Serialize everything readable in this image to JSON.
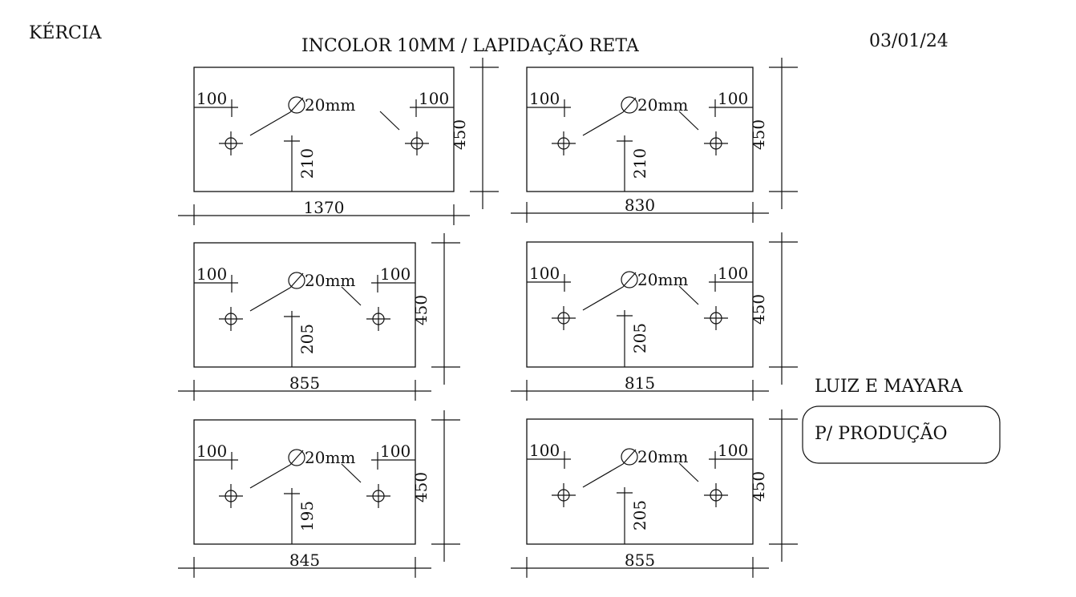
{
  "header": {
    "client": "KÉRCIA",
    "title": "INCOLOR 10MM / LAPIDAÇÃO RETA",
    "date": "03/01/24"
  },
  "notes": {
    "recipient": "LUIZ E MAYARA",
    "stamp": "P/ PRODUÇÃO"
  },
  "panels": [
    {
      "width": "1370",
      "height": "450",
      "edge_left": "100",
      "edge_right": "100",
      "hole_offset": "210",
      "hole": "20mm"
    },
    {
      "width": "830",
      "height": "450",
      "edge_left": "100",
      "edge_right": "100",
      "hole_offset": "210",
      "hole": "20mm"
    },
    {
      "width": "855",
      "height": "450",
      "edge_left": "100",
      "edge_right": "100",
      "hole_offset": "205",
      "hole": "20mm"
    },
    {
      "width": "815",
      "height": "450",
      "edge_left": "100",
      "edge_right": "100",
      "hole_offset": "205",
      "hole": "20mm"
    },
    {
      "width": "845",
      "height": "450",
      "edge_left": "100",
      "edge_right": "100",
      "hole_offset": "195",
      "hole": "20mm"
    },
    {
      "width": "855",
      "height": "450",
      "edge_left": "100",
      "edge_right": "100",
      "hole_offset": "205",
      "hole": "20mm"
    }
  ]
}
